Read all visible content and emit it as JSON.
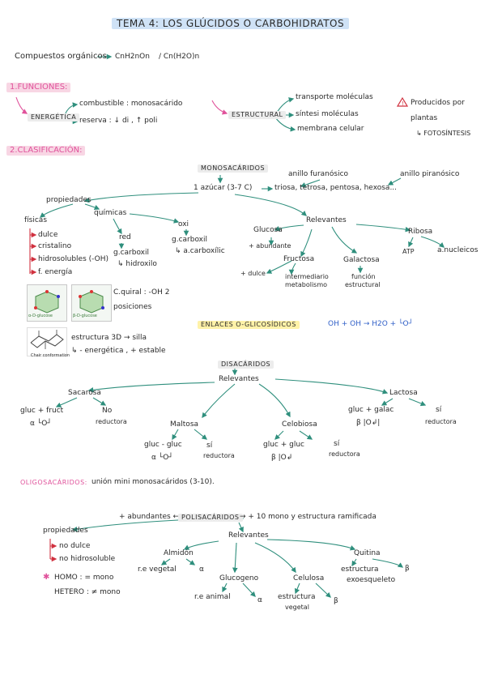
{
  "title": "TEMA 4: LOS GLÚCIDOS O CARBOHIDRATOS",
  "intro": {
    "label": "Compuestos orgánicos",
    "formula1": "CnH2nOn",
    "formula2": "/ Cn(H2O)n"
  },
  "funciones": {
    "heading": "1.FUNCIONES:",
    "energetica": "ENERGÉTICA",
    "combustible": "combustible : monosacárido",
    "reserva": "reserva : ↓ di , ↑ poli",
    "estructural": "ESTRUCTURAL",
    "transporte": "transporte moléculas",
    "sintesis": "síntesi moléculas",
    "membrana": "membrana celular",
    "warning": "Producidos por",
    "warning2": "plantas",
    "fotosintesis": "↳ FOTOSÍNTESIS"
  },
  "clasificacion": {
    "heading": "2.CLASIFICACIÓN:",
    "mono_title": "MONOSACÁRIDOS",
    "mono_def": "1 azúcar (3-7 C)",
    "mono_types": "triosa, tetrosa, pentosa, hexosa...",
    "anillo_furanosico": "anillo furanósico",
    "anillo_piranosico": "anillo piranósico",
    "propiedades": "propiedades",
    "fisicas": "físicas",
    "fisicas_items": [
      "dulce",
      "cristalino",
      "hidrosolubles (-OH)",
      "f. energía"
    ],
    "quimicas": "químicas",
    "red": "red",
    "oxi": "oxi",
    "g_carboxil_red": "g.carboxil",
    "hidroxilo": "↳ hidroxilo",
    "g_carboxil_oxi": "g.carboxil",
    "a_carboxilic": "↳ a.carboxílic",
    "c_quiral": "C.quiral : -OH 2",
    "posiciones": "posiciones",
    "img_label_a": "α-D-glucose",
    "img_label_b": "β-D-glucose",
    "chair_label": "Chair conformation",
    "estructura3d": "estructura 3D → silla",
    "energetica_estable": "↳ - energética , + estable",
    "relevantes": "Relevantes",
    "glucosa": "Glucosa",
    "abundante": "+ abundante",
    "fructosa": "Fructosa",
    "dulce": "+ dulce",
    "intermediario": "intermediario",
    "metabolismo": "metabolismo",
    "galactosa": "Galactosa",
    "funcion": "función",
    "estructural_fn": "estructural",
    "ribosa": "Ribosa",
    "atp": "ATP",
    "a_nucleicos": "a.nucleicos",
    "enlaces_title": "ENLACES O-GLICOSÍDICOS",
    "enlaces_formula": "OH + OH → H2O + └O┘"
  },
  "disacaridos": {
    "title": "DISACÁRIDOS",
    "relevantes": "Relevantes",
    "sacarosa": "Sacarosa",
    "sac_comp": "gluc + fruct",
    "sac_link": "α └O┘",
    "sac_no": "No",
    "sac_reductora": "reductora",
    "maltosa": "Maltosa",
    "mal_comp": "gluc - gluc",
    "mal_link": "α └O┘",
    "mal_si": "sí",
    "mal_reductora": "reductora",
    "celobiosa": "Celobiosa",
    "cel_comp": "gluc + gluc",
    "cel_link": "β |O↲",
    "cel_si": "sí",
    "cel_reductora": "reductora",
    "lactosa": "Lactosa",
    "lac_comp": "gluc + galac",
    "lac_link": "β |O↲|",
    "lac_si": "sí",
    "lac_reductora": "reductora"
  },
  "oligosacaridos": {
    "title": "OLIGOSACÁRIDOS:",
    "def": "unión mini monosacáridos (3-10)."
  },
  "polisacaridos": {
    "title": "POLISACÁRIDOS",
    "abundantes": "+ abundantes ←",
    "def": "→ + 10 mono y estructura ramificada",
    "propiedades": "propiedades",
    "no_dulce": "no dulce",
    "no_hidrosoluble": "no hidrosoluble",
    "homo": "HOMO : = mono",
    "hetero": "HETERO : ≠ mono",
    "relevantes": "Relevantes",
    "almidon": "Almidón",
    "alm_1": "r.e vegetal",
    "alm_2": "α",
    "glucogeno": "Glucogeno",
    "glu_1": "r.e animal",
    "glu_2": "α",
    "celulosa": "Celulosa",
    "cel_1": "estructura",
    "cel_1b": "vegetal",
    "cel_2": "β",
    "quitina": "Quitina",
    "qui_1": "estructura",
    "qui_1b": "exoesqueleto",
    "qui_2": "β"
  },
  "colors": {
    "arrow": "#2f8f7d",
    "pink": "#e0529b",
    "red": "#d0313f",
    "blue_hl": "#cfe2f6",
    "pink_hl": "#f8d6e4",
    "yellow_hl": "#fff2a8"
  }
}
